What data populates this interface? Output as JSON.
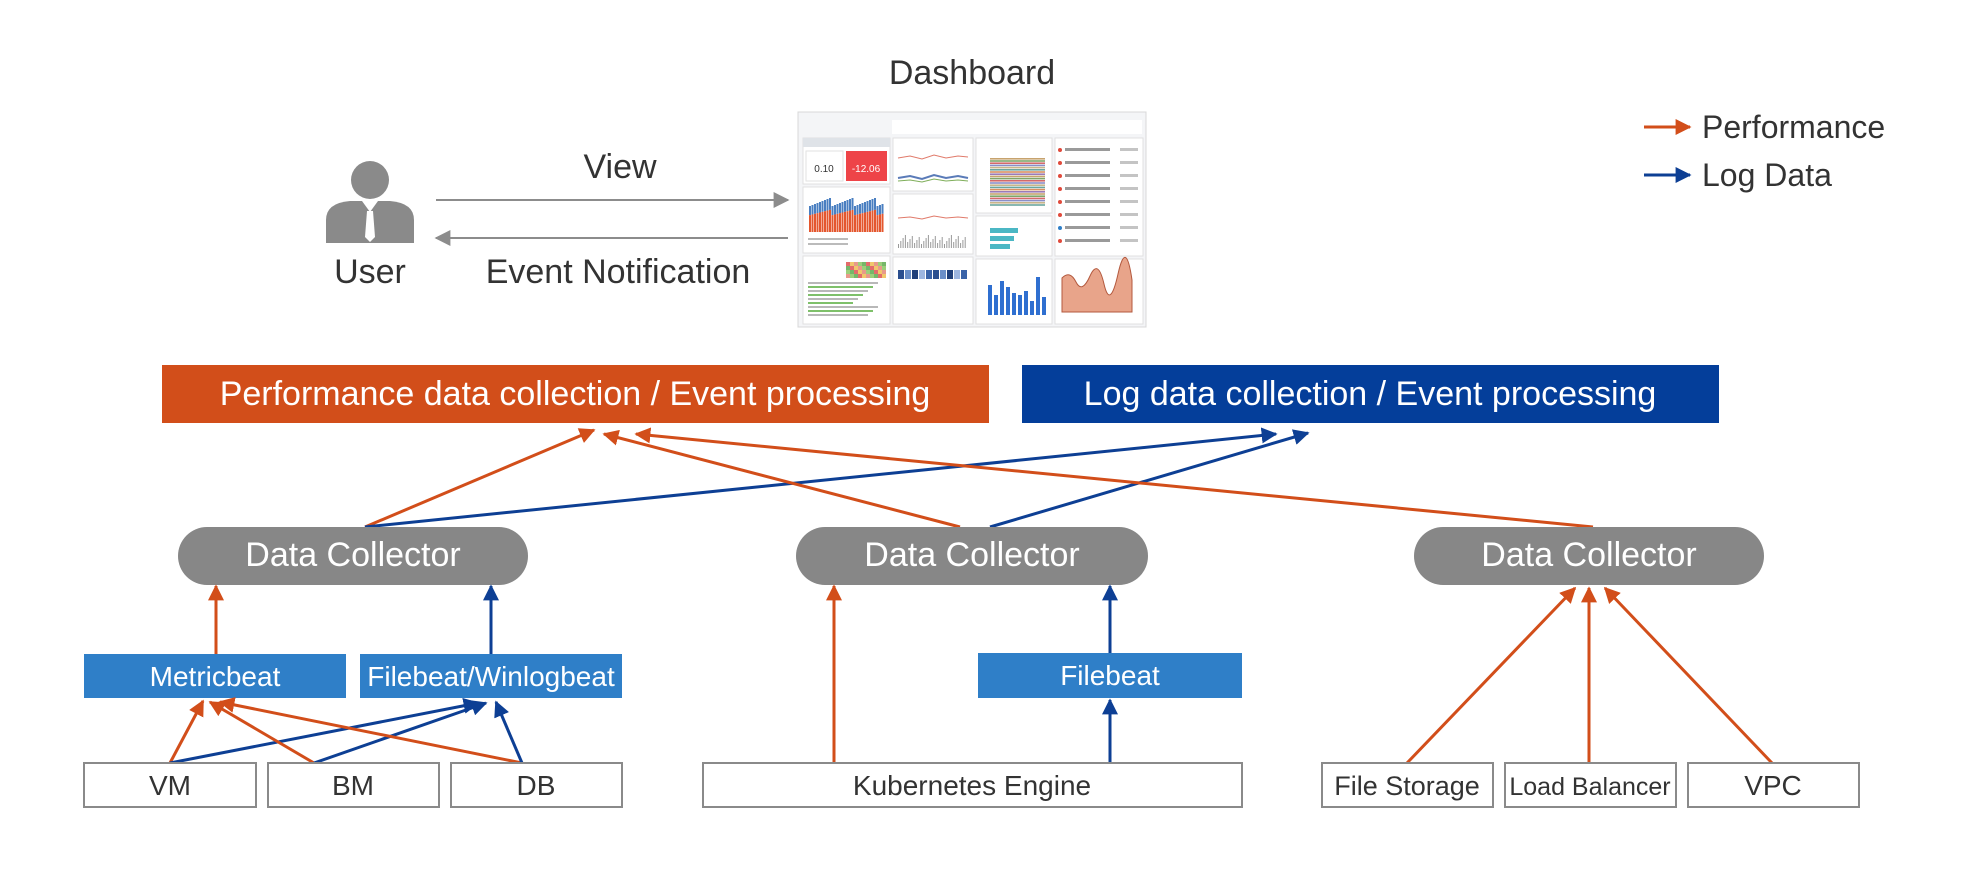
{
  "dashboard": {
    "title": "Dashboard",
    "kpi_values": [
      "0.10",
      "-12.06"
    ]
  },
  "user": {
    "label": "User",
    "view_label": "View",
    "event_label": "Event Notification"
  },
  "legend": {
    "items": [
      {
        "label": "Performance",
        "color": "#d24e1a"
      },
      {
        "label": "Log Data",
        "color": "#0d3f94"
      }
    ]
  },
  "processing": {
    "performance": "Performance data collection / Event processing",
    "log": "Log data collection / Event processing"
  },
  "collectors": [
    {
      "label": "Data Collector"
    },
    {
      "label": "Data Collector"
    },
    {
      "label": "Data Collector"
    }
  ],
  "agents": {
    "metricbeat": "Metricbeat",
    "filebeat_winlogbeat": "Filebeat/Winlogbeat",
    "filebeat": "Filebeat"
  },
  "sources": {
    "vm": "VM",
    "bm": "BM",
    "db": "DB",
    "kubernetes": "Kubernetes Engine",
    "file_storage": "File Storage",
    "load_balancer": "Load Balancer",
    "vpc": "VPC"
  },
  "colors": {
    "performance": "#d24e1a",
    "log": "#0d3f94",
    "agent_box": "#2f7fc8",
    "collector": "#878787",
    "arrow_grey": "#8c8c8c"
  }
}
